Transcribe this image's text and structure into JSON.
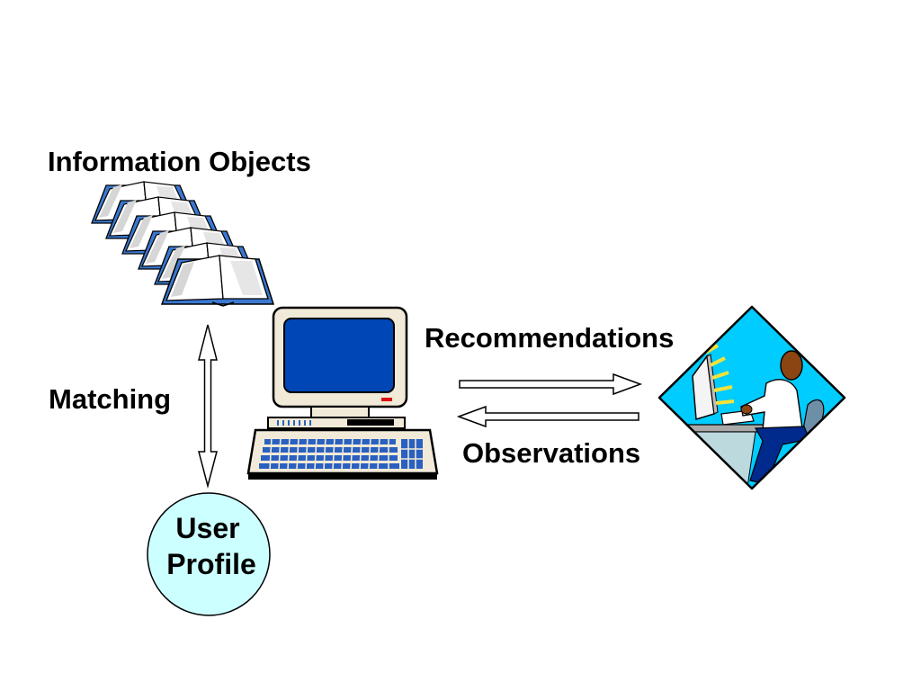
{
  "diagram": {
    "title": "Information Objects",
    "matching_label": "Matching",
    "recommendations_label": "Recommendations",
    "observations_label": "Observations",
    "user_profile": {
      "line1": "User",
      "line2": "Profile"
    }
  },
  "colors": {
    "book_blue": "#3a78d0",
    "screen_blue": "#0046b4",
    "diamond_cyan": "#00ccff",
    "profile_fill": "#ccffff",
    "keyboard_blue": "#2a60c0"
  },
  "icons": [
    "book-stack-icon",
    "desktop-computer-icon",
    "user-at-workstation-icon"
  ]
}
